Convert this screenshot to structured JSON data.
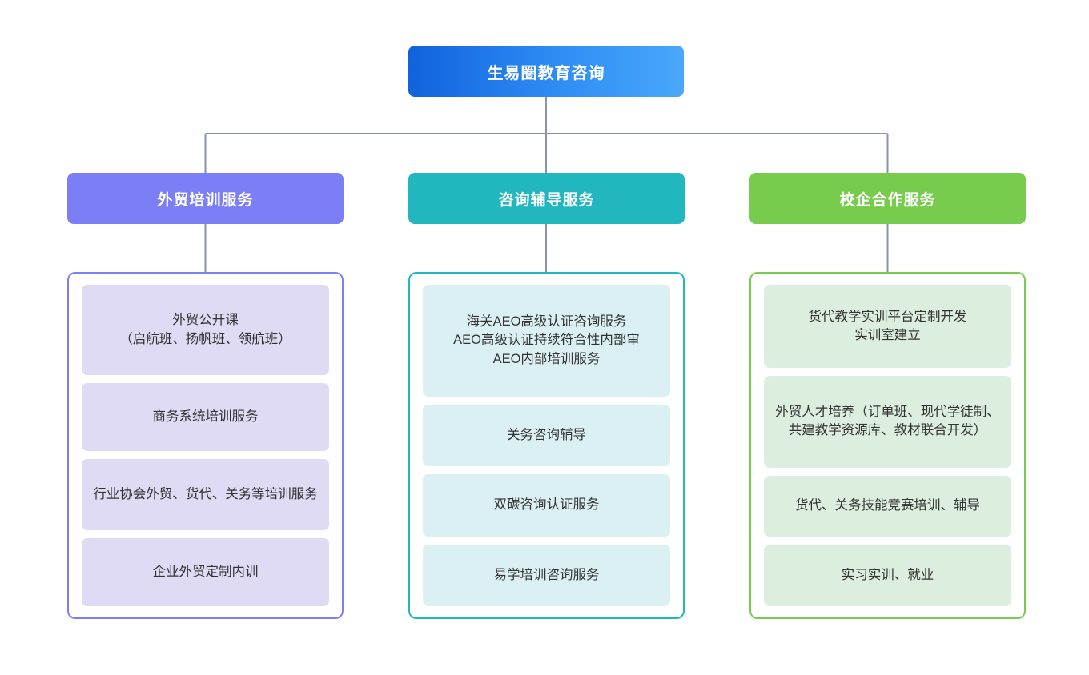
{
  "diagram": {
    "type": "organizational-tree",
    "root": {
      "label": "生易圈教育咨询",
      "color": "#1f7ef0"
    },
    "columns": [
      {
        "header": "外贸培训服务",
        "color": "#7b7ef5",
        "card_fill": "#dfdbf5",
        "items": [
          "外贸公开课\n（启航班、扬帆班、领航班）",
          "商务系统培训服务",
          "行业协会外贸、货代、关务等培训服务",
          "企业外贸定制内训"
        ]
      },
      {
        "header": "咨询辅导服务",
        "color": "#22b6bf",
        "card_fill": "#dbf0f2",
        "items": [
          "海关AEO高级认证咨询服务\nAEO高级认证持续符合性内部审\nAEO内部培训服务",
          "关务咨询辅导",
          "双碳咨询认证服务",
          "易学培训咨询服务"
        ]
      },
      {
        "header": "校企合作服务",
        "color": "#77cc4d",
        "card_fill": "#dcefdf",
        "items": [
          "货代教学实训平台定制开发\n实训室建立",
          "外贸人才培养（订单班、现代学徒制、共建教学资源库、教材联合开发）",
          "货代、关务技能竞赛培训、辅导",
          "实习实训、就业"
        ]
      }
    ],
    "connector_color": "#8b93a7"
  }
}
